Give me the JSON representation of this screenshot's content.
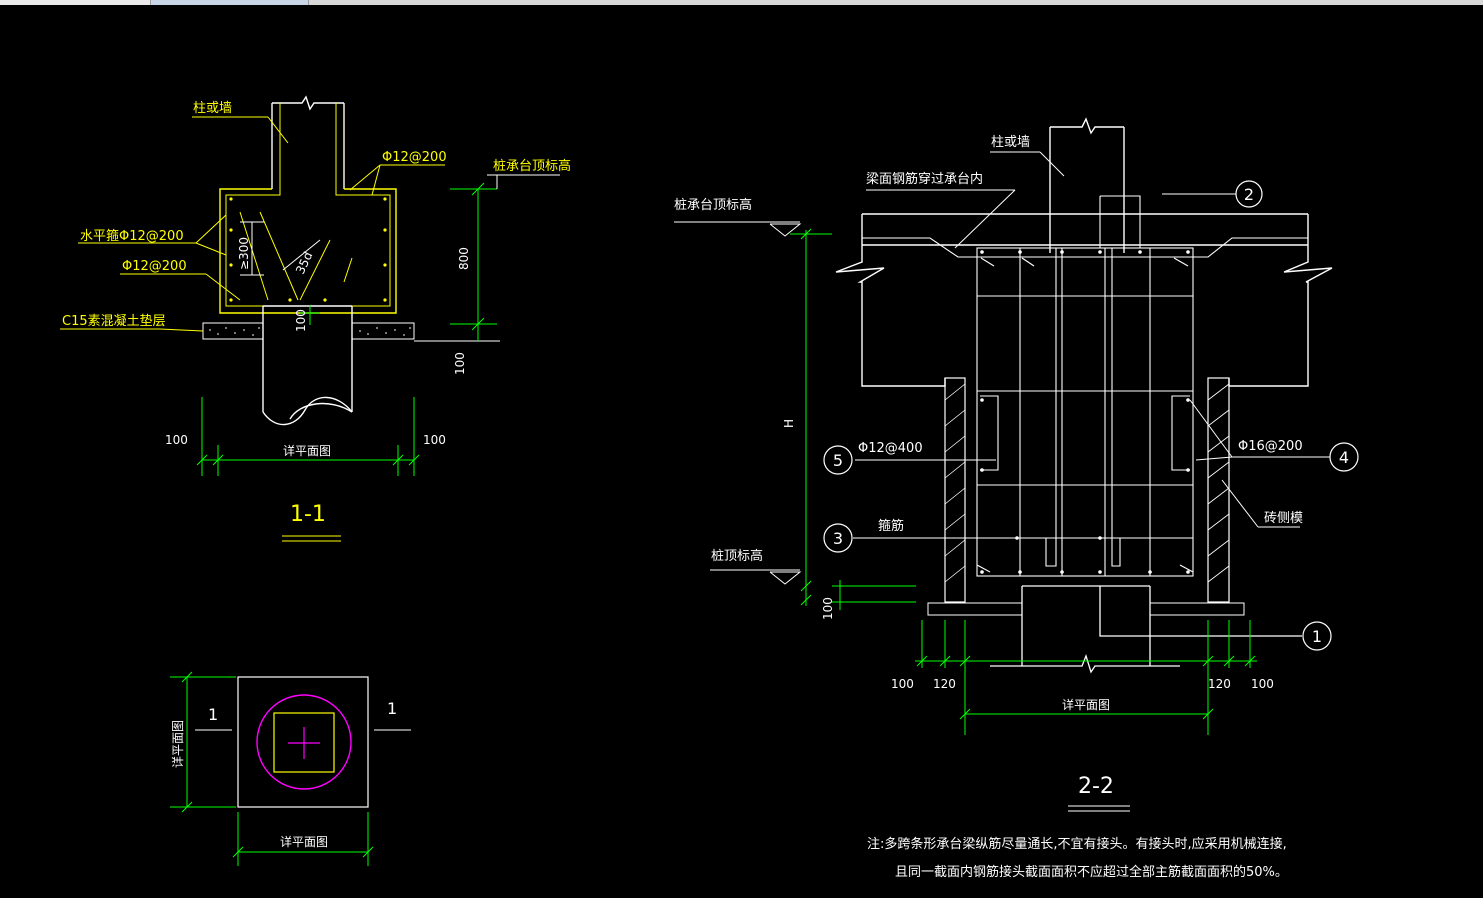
{
  "colors": {
    "background": "#000000",
    "structure": "#ffffff",
    "annotation": "#ffff00",
    "dimension": "#00ff00",
    "pile_circle": "#ff00ff"
  },
  "section_1_1": {
    "title": "1-1",
    "label_column_wall": "柱或墙",
    "label_rebar_top": "Φ12@200",
    "label_cap_top_elev": "桩承台顶标高",
    "label_horizontal_stirrup": "水平箍Φ12@200",
    "label_rebar_bottom": "Φ12@200",
    "label_c15": "C15素混凝土垫层",
    "dim_300": "≥300",
    "dim_35d": "35d",
    "dim_800": "800",
    "dim_100_inner": "100",
    "dim_100_right": "100",
    "dim_left_100": "100",
    "dim_right_100": "100",
    "dim_plan": "详平面图"
  },
  "plan_view": {
    "cut_label_left": "1",
    "cut_label_right": "1",
    "dim_side": "详平面图",
    "dim_bottom": "详平面图"
  },
  "section_2_2": {
    "title": "2-2",
    "label_column_wall": "柱或墙",
    "label_beam_rebar": "梁面钢筋穿过承台内",
    "label_cap_top_elev": "桩承台顶标高",
    "label_pile_top_elev": "桩顶标高",
    "label_brick_mould": "砖侧模",
    "label_stirrup": "箍筋",
    "label_rebar_5": "Φ12@400",
    "label_rebar_4": "Φ16@200",
    "dim_H": "H",
    "dim_100_v": "100",
    "dim_b1": "100",
    "dim_b2": "120",
    "dim_b3": "120",
    "dim_b4": "100",
    "dim_plan": "详平面图",
    "marker_1": "1",
    "marker_2": "2",
    "marker_3": "3",
    "marker_4": "4",
    "marker_5": "5"
  },
  "note": {
    "line1": "注:多跨条形承台梁纵筋尽量通长,不宜有接头。有接头时,应采用机械连接,",
    "line2": "且同一截面内钢筋接头截面面积不应超过全部主筋截面面积的50%。"
  }
}
